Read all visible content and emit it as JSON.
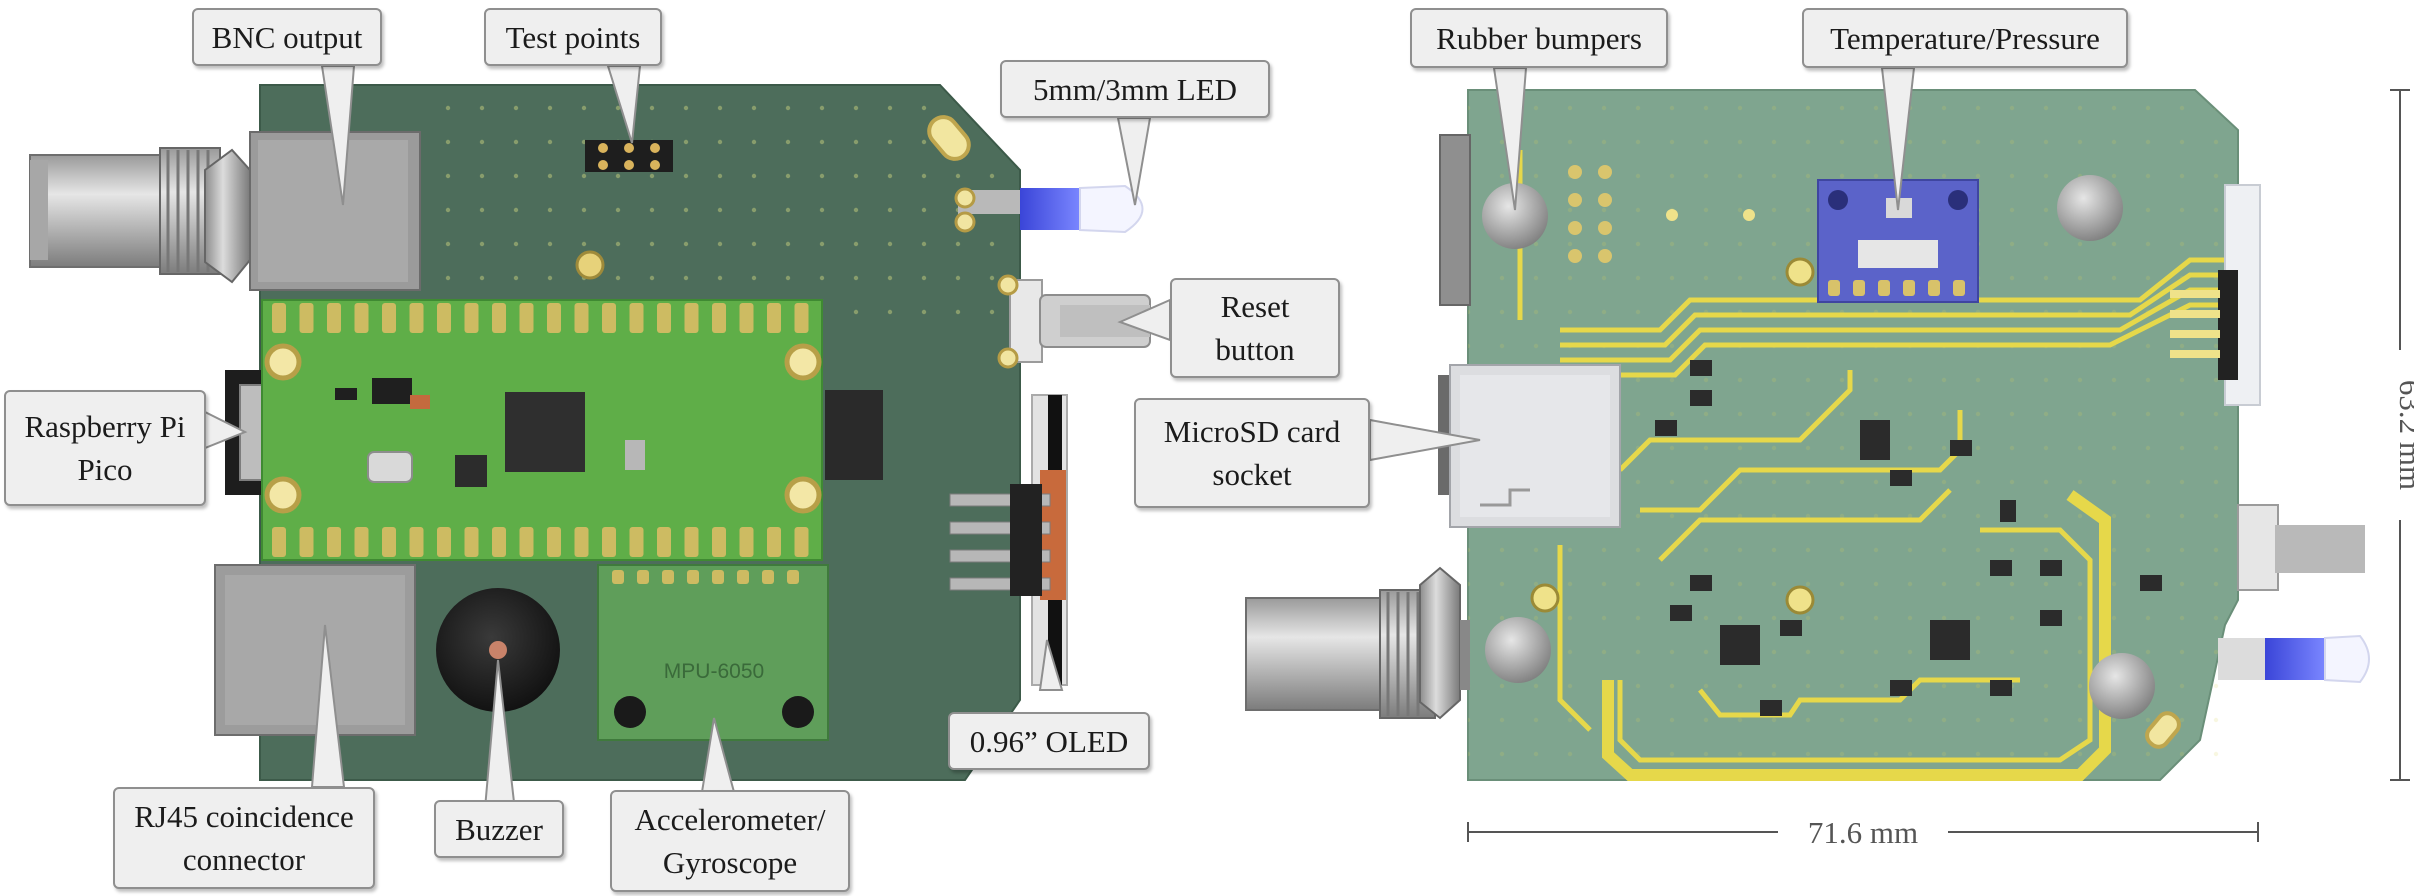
{
  "callouts": {
    "bnc_output": "BNC output",
    "test_points": "Test points",
    "led": "5mm/3mm LED",
    "reset_button": [
      "Reset",
      "button"
    ],
    "raspberry_pi_pico": [
      "Raspberry Pi",
      "Pico"
    ],
    "oled": "0.96” OLED",
    "rj45": [
      "RJ45 coincidence",
      "connector"
    ],
    "buzzer": "Buzzer",
    "accelerometer": [
      "Accelerometer/",
      "Gyroscope"
    ],
    "rubber_bumpers": "Rubber bumpers",
    "temperature_pressure": "Temperature/Pressure",
    "microsd": [
      "MicroSD card",
      "socket"
    ]
  },
  "module_label": "MPU-6050",
  "dimensions": {
    "width": "71.6 mm",
    "height": "63.2 mm"
  },
  "colors": {
    "pcb": "#4f6f5c",
    "pcb_back": "#7fa58f",
    "pico_green": "#5fae48",
    "gold": "#c9b25a",
    "trace_yellow": "#e6d84a",
    "callout_bg": "#efefef",
    "callout_border": "#8f8f8f",
    "sensor_blue": "#5b63c9"
  }
}
